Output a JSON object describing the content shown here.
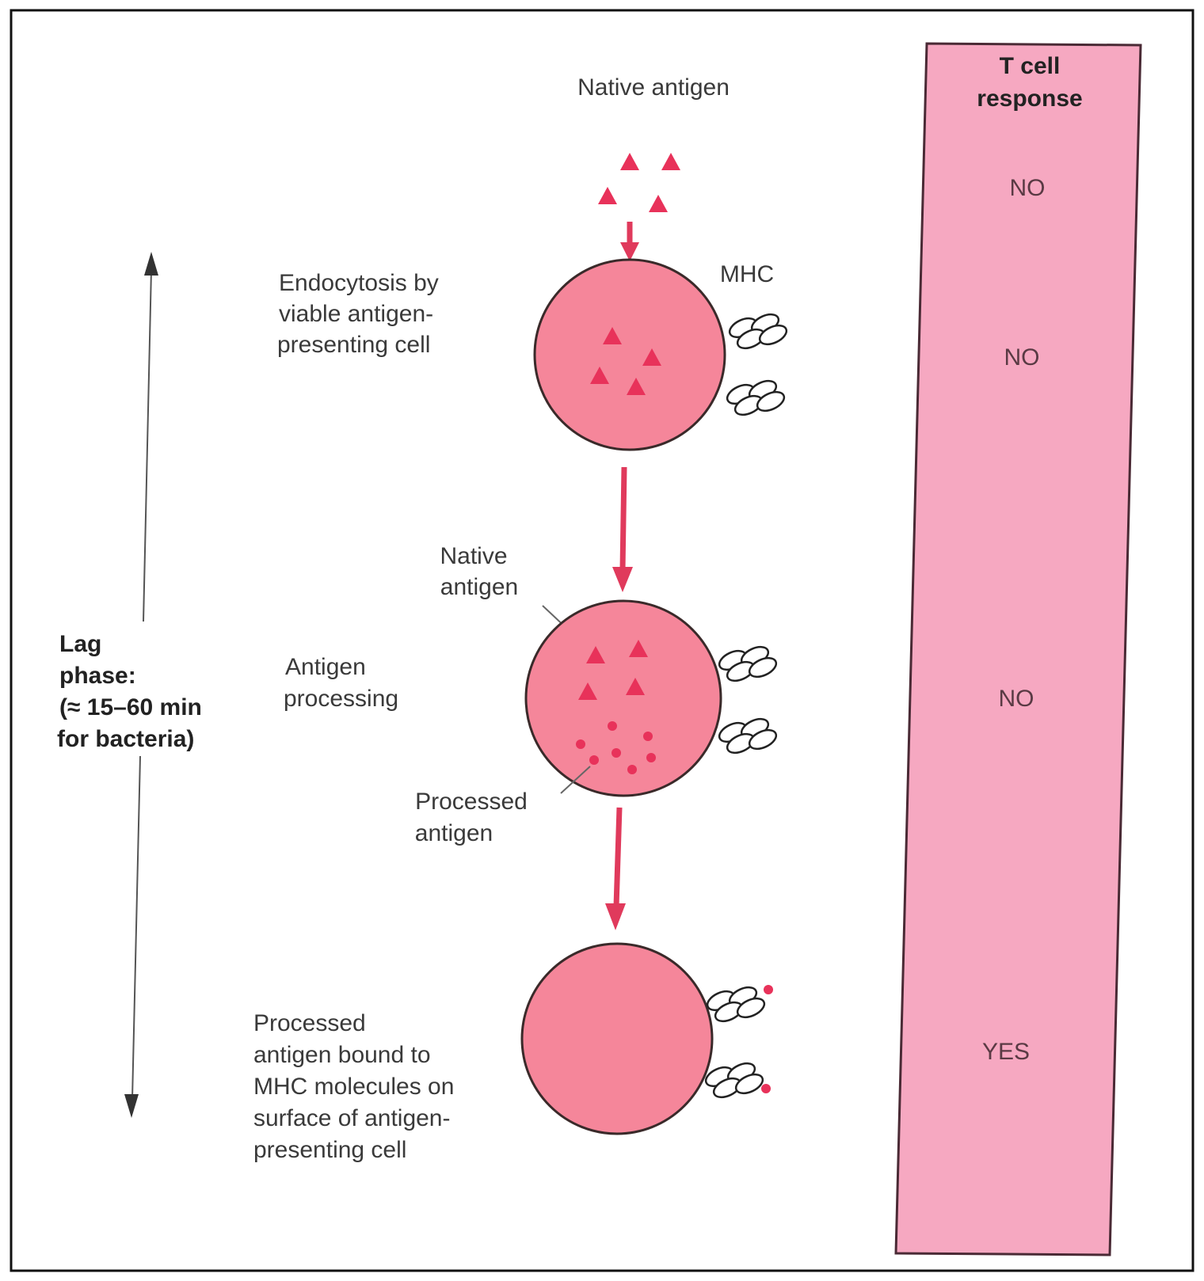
{
  "colors": {
    "cell_fill": "#f5869a",
    "cell_stroke": "#3a2a2a",
    "antigen": "#e8325a",
    "arrow": "#e03a5c",
    "panel_fill": "#f6a8c1",
    "panel_stroke": "#4a2a35"
  },
  "icons": [
    "triangle-antigen-icon",
    "dot-processed-antigen-icon",
    "mhc-molecule-icon"
  ],
  "top_label": "Native antigen",
  "mhc_label": "MHC",
  "lag_phase": {
    "lines": [
      "Lag",
      "phase:",
      "(≈ 15–60 min",
      "for bacteria)"
    ]
  },
  "steps": [
    {
      "lines": [
        "Endocytosis by",
        "viable antigen-",
        "presenting cell"
      ]
    },
    {
      "lines": [
        "Antigen",
        "processing"
      ]
    },
    {
      "lines": [
        "Processed",
        "antigen bound to",
        "MHC molecules on",
        "surface of antigen-",
        "presenting cell"
      ]
    }
  ],
  "callouts": {
    "native": [
      "Native",
      "antigen"
    ],
    "processed": [
      "Processed",
      "antigen"
    ]
  },
  "response_panel": {
    "header": [
      "T cell",
      "response"
    ],
    "values": [
      "NO",
      "NO",
      "NO",
      "YES"
    ]
  }
}
